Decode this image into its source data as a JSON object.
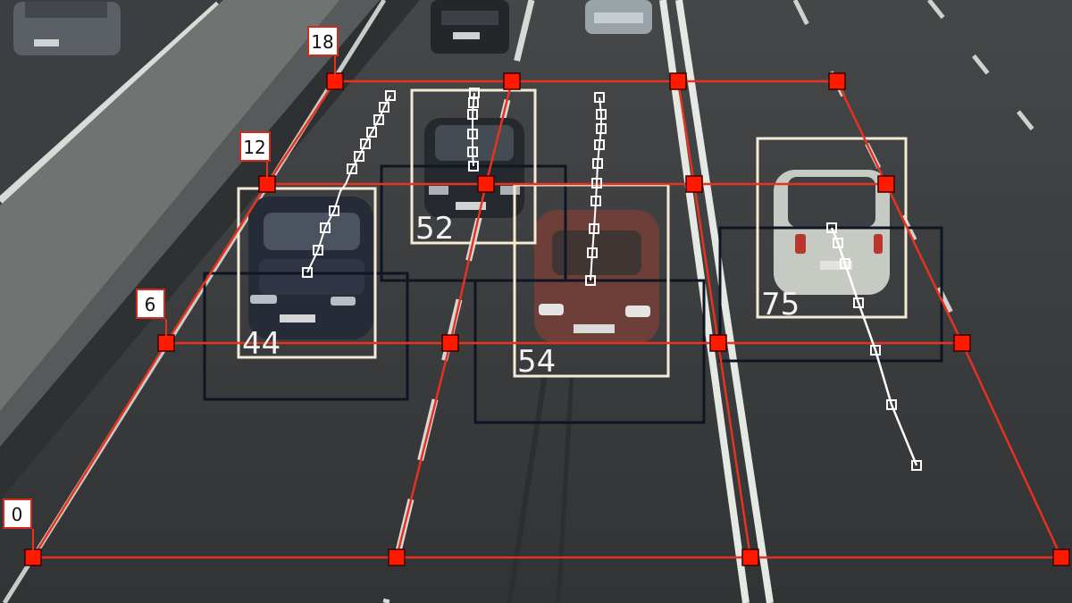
{
  "distance_markers": [
    {
      "id": "0",
      "label": "0"
    },
    {
      "id": "6",
      "label": "6"
    },
    {
      "id": "12",
      "label": "12"
    },
    {
      "id": "18",
      "label": "18"
    }
  ],
  "vehicles": [
    {
      "id": "car-44",
      "speed": "44"
    },
    {
      "id": "car-52",
      "speed": "52"
    },
    {
      "id": "car-54",
      "speed": "54"
    },
    {
      "id": "car-75",
      "speed": "75"
    }
  ],
  "colors": {
    "grid_line": "#e8321e",
    "grid_node": "#ff1a00",
    "detection_box": "#f6ead6",
    "predicted_box": "#0e1624",
    "track": "#ffffff",
    "label_bg": "#ffffff",
    "label_border": "#d42a1a"
  }
}
